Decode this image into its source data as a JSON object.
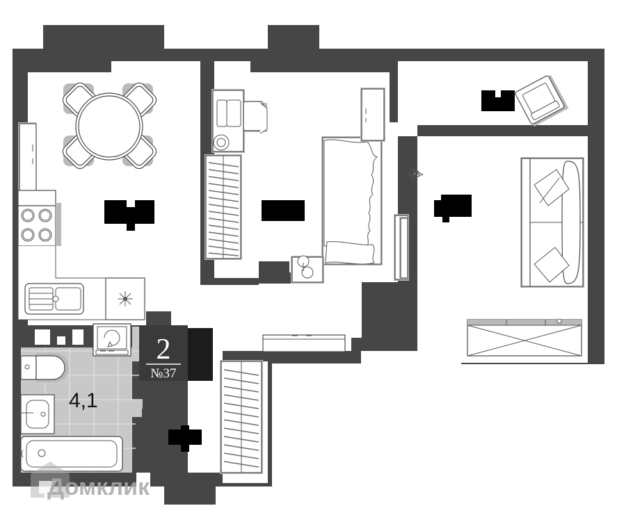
{
  "plan": {
    "title": "Floor plan apartment 2 rooms",
    "badge": {
      "rooms": "2",
      "number": "№37"
    },
    "areas": [
      {
        "id": "bathroom",
        "label": "4,1"
      }
    ],
    "watermark": {
      "text": "Домклик",
      "logo": "house-chevron-logo"
    },
    "colors": {
      "wall": "#464646",
      "room_floor": "#ffffff",
      "tile_floor": "#c8c8c8",
      "badge_bg": "#3a3a3a",
      "badge_shadow": "#1c1c1c",
      "furniture_stroke": "#4a4a4a",
      "redaction": "#000000",
      "watermark": "#a9a9a9"
    },
    "rooms": [
      {
        "id": "kitchen",
        "name": "kitchen-dining"
      },
      {
        "id": "bedroom",
        "name": "bedroom"
      },
      {
        "id": "living",
        "name": "living-room"
      },
      {
        "id": "hall",
        "name": "hallway"
      },
      {
        "id": "bathroom",
        "name": "bathroom"
      },
      {
        "id": "balcony-left",
        "name": "balcony-upper"
      },
      {
        "id": "balcony-right",
        "name": "balcony-loggia"
      }
    ],
    "furniture": [
      {
        "id": "dining-table",
        "room": "kitchen",
        "type": "round-table-4-chairs"
      },
      {
        "id": "stove",
        "room": "kitchen",
        "type": "four-burner-stove"
      },
      {
        "id": "sink",
        "room": "kitchen",
        "type": "kitchen-sink-drainer"
      },
      {
        "id": "cooktop",
        "room": "kitchen",
        "type": "hob-burner"
      },
      {
        "id": "fridge",
        "room": "kitchen",
        "type": "refrigerator"
      },
      {
        "id": "desk",
        "room": "bedroom",
        "type": "desk-with-chair"
      },
      {
        "id": "wardrobe-bedroom",
        "room": "bedroom",
        "type": "wardrobe-with-hangers"
      },
      {
        "id": "bed",
        "room": "bedroom",
        "type": "double-bed-blanket"
      },
      {
        "id": "nightstand",
        "room": "bedroom",
        "type": "nightstand-lamp"
      },
      {
        "id": "cabinet-tall",
        "room": "bedroom",
        "type": "tall-cabinet"
      },
      {
        "id": "sofa",
        "room": "living",
        "type": "sofa-two-seat-pillows"
      },
      {
        "id": "plant",
        "room": "living",
        "type": "potted-plant"
      },
      {
        "id": "armchair-balcony",
        "room": "balcony-left",
        "type": "armchair-tilted"
      },
      {
        "id": "glazing",
        "room": "balcony-right",
        "type": "glazed-panel"
      },
      {
        "id": "wardrobe-hall",
        "room": "hall",
        "type": "wardrobe-with-hangers"
      },
      {
        "id": "console",
        "room": "hall",
        "type": "console-shelf"
      },
      {
        "id": "toilet",
        "room": "bathroom",
        "type": "toilet"
      },
      {
        "id": "washbasin",
        "room": "bathroom",
        "type": "washbasin"
      },
      {
        "id": "bathtub",
        "room": "bathroom",
        "type": "bathtub"
      },
      {
        "id": "washer",
        "room": "bathroom",
        "type": "washing-machine"
      }
    ]
  }
}
